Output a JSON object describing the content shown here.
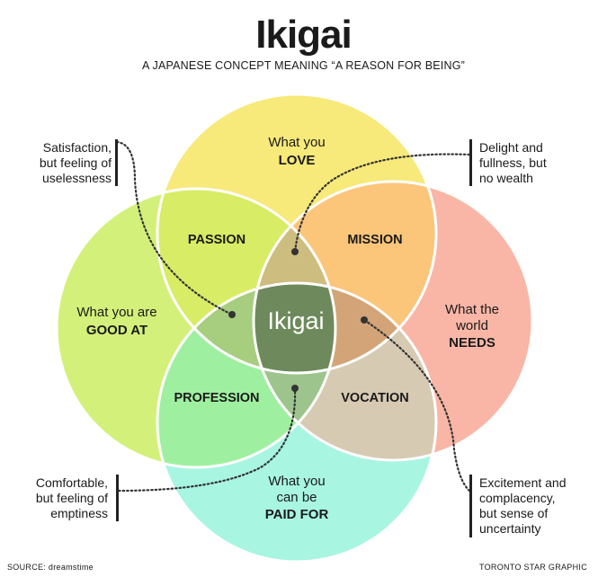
{
  "title": "Ikigai",
  "subtitle": "A JAPANESE CONCEPT MEANING “A REASON FOR BEING”",
  "circles": {
    "love": {
      "line1": "What you",
      "line2": "LOVE",
      "color": "#f7e97a"
    },
    "good_at": {
      "line1": "What you are",
      "line2": "GOOD AT",
      "color": "#d3f07a"
    },
    "needs": {
      "line1": "What the",
      "line2": "world",
      "line3": "NEEDS",
      "color": "#f9b6a6"
    },
    "paid_for": {
      "line1": "What you",
      "line2": "can be",
      "line3": "PAID FOR",
      "color": "#a8f5e2"
    }
  },
  "overlaps": {
    "passion": "PASSION",
    "mission": "MISSION",
    "profession": "PROFESSION",
    "vocation": "VOCATION",
    "center": "Ikigai"
  },
  "colors": {
    "passion": "#d8ec66",
    "mission": "#fbc67a",
    "profession": "#9ef0a0",
    "vocation": "#d6cab2",
    "center": "#6e8a5c",
    "top_inner": "#cdbd7f",
    "left_inner": "#a7cd7f",
    "right_inner": "#d3a478",
    "bottom_inner": "#9cc48c"
  },
  "notes": {
    "top_left": [
      "Satisfaction,",
      "but feeling of",
      "uselessness"
    ],
    "top_right": [
      "Delight and",
      "fullness, but",
      "no wealth"
    ],
    "bottom_left": [
      "Comfortable,",
      "but feeling of",
      "emptiness"
    ],
    "bottom_right": [
      "Excitement and",
      "complacency,",
      "but sense of",
      "uncertainty"
    ]
  },
  "footer": {
    "source": "SOURCE: dreamstime",
    "credit": "TORONTO STAR GRAPHIC"
  }
}
